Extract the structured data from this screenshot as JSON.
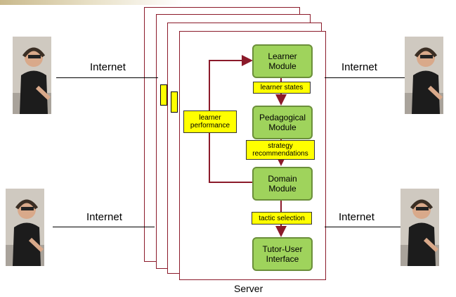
{
  "network": {
    "top_left_label": "Internet",
    "top_right_label": "Internet",
    "bottom_left_label": "Internet",
    "bottom_right_label": "Internet"
  },
  "modules": {
    "learner": "Learner Module",
    "pedagogical": "Pedagogical Module",
    "domain": "Domain Module",
    "interface": "Tutor-User Interface"
  },
  "flows": {
    "learner_states": "learner states",
    "strategy": "strategy recommendations",
    "tactic": "tactic selection",
    "performance": "learner performance"
  },
  "server_label": "Server",
  "colors": {
    "module_fill": "#9fd35c",
    "module_border": "#6b8f3a",
    "label_fill": "#ffff00",
    "frame": "#8b1a2a",
    "arrow": "#8b1a2a"
  },
  "icons": [
    "person-with-headset-photo"
  ]
}
